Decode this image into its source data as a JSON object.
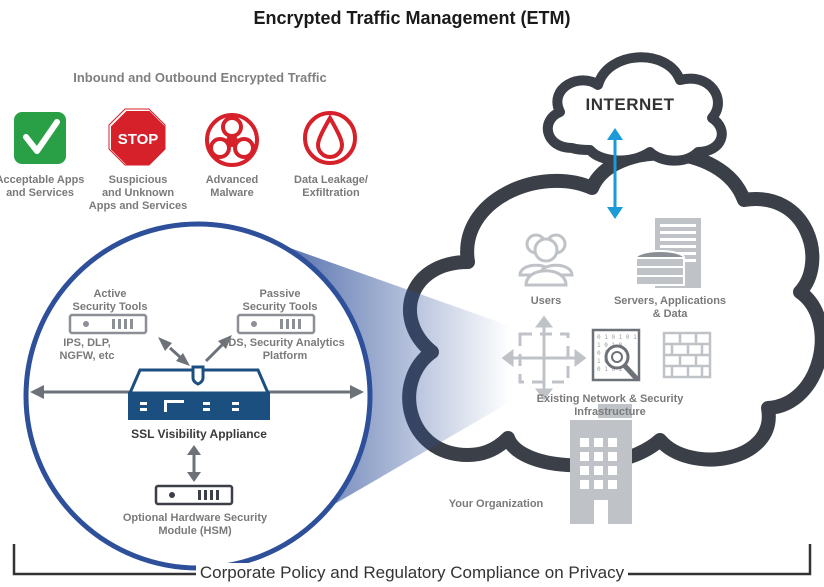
{
  "title": "Encrypted Traffic Management (ETM)",
  "subtitle": "Inbound and Outbound Encrypted Traffic",
  "traffic_types": [
    {
      "label": "Acceptable Apps\nand Services",
      "icon": "checkmark-icon",
      "color": "#2aa046"
    },
    {
      "label": "Suspicious\nand Unknown\nApps and Services",
      "icon": "stop-sign-icon",
      "color": "#d6212a"
    },
    {
      "label": "Advanced\nMalware",
      "icon": "biohazard-icon",
      "color": "#d6212a"
    },
    {
      "label": "Data Leakage/\nExfiltration",
      "icon": "data-leak-icon",
      "color": "#d6212a"
    }
  ],
  "internet_label": "INTERNET",
  "appliance": {
    "active_tools": "Active\nSecurity Tools",
    "active_examples": "IPS, DLP,\nNGFW, etc",
    "passive_tools": "Passive\nSecurity Tools",
    "passive_examples": "IDS, Security Analytics\nPlatform",
    "name": "SSL Visibility Appliance",
    "hsm": "Optional Hardware Security\nModule (HSM)"
  },
  "cloud": {
    "users": "Users",
    "servers": "Servers, Applications\n& Data",
    "infrastructure": "Existing Network & Security\nInfrastructure",
    "organization": "Your Organization"
  },
  "footer": "Corporate Policy and Regulatory Compliance on Privacy",
  "colors": {
    "appliance_blue": "#1b4f80",
    "gradient_blue": "#2e4f9a",
    "cloud_stroke": "#3b3f47",
    "icon_gray": "#bfc3c8",
    "arrow_cyan": "#1a9ad6",
    "accept_green": "#2aa046",
    "threat_red": "#d6212a"
  }
}
